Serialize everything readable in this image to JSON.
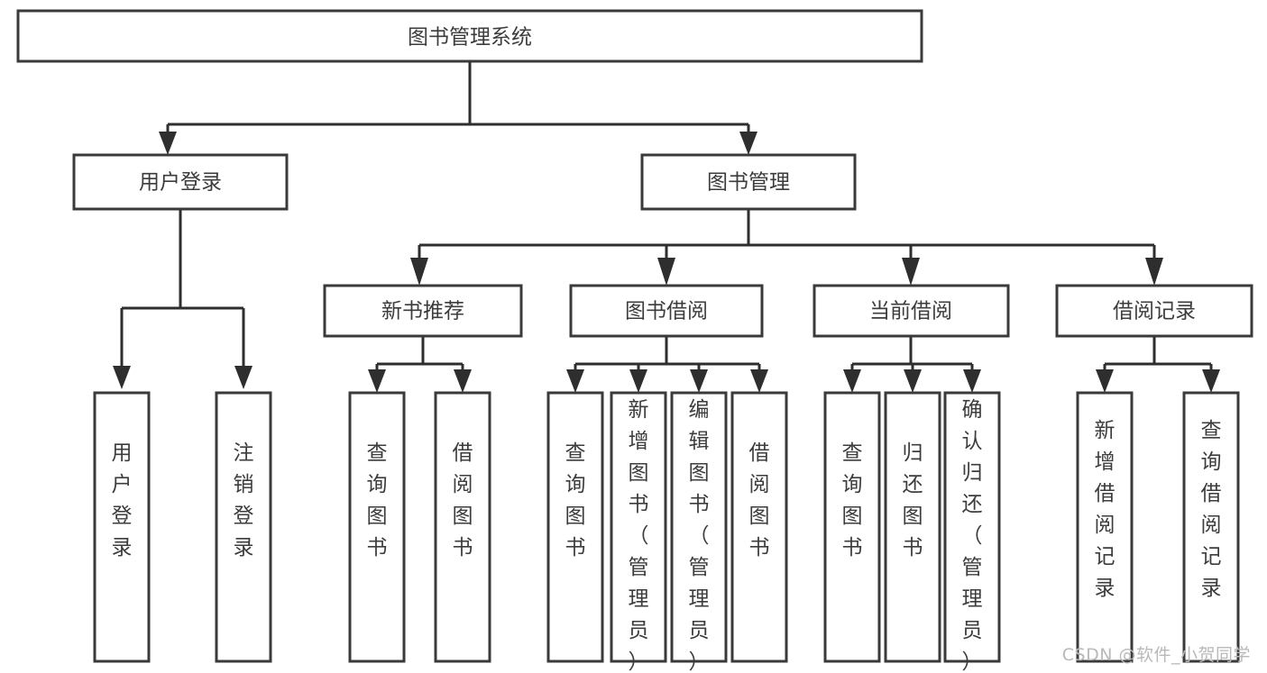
{
  "diagram": {
    "type": "tree-hierarchy",
    "title": "图书管理系统",
    "orientation": "top-down",
    "colors": {
      "background": "#ffffff",
      "box_stroke": "#3a3a3a",
      "box_fill": "#ffffff",
      "text": "#3c3c3c",
      "edge": "#2e2e2e",
      "watermark": "#b9b9b9"
    },
    "nodes": {
      "root": {
        "label": "图书管理系统",
        "level": 0,
        "orientation": "horizontal"
      },
      "l1": [
        {
          "id": "user-login",
          "label": "用户登录",
          "orientation": "horizontal"
        },
        {
          "id": "book-manage",
          "label": "图书管理",
          "orientation": "horizontal"
        }
      ],
      "l2": [
        {
          "id": "new-book-recommend",
          "label": "新书推荐",
          "orientation": "horizontal",
          "parent": "book-manage"
        },
        {
          "id": "book-borrow",
          "label": "图书借阅",
          "orientation": "horizontal",
          "parent": "book-manage"
        },
        {
          "id": "current-borrow",
          "label": "当前借阅",
          "orientation": "horizontal",
          "parent": "book-manage"
        },
        {
          "id": "borrow-record",
          "label": "借阅记录",
          "orientation": "horizontal",
          "parent": "book-manage"
        }
      ],
      "leaves": [
        {
          "id": "leaf-user-login",
          "label": "用户登录",
          "parent": "user-login",
          "orientation": "vertical"
        },
        {
          "id": "leaf-user-logout",
          "label": "注销登录",
          "parent": "user-login",
          "orientation": "vertical"
        },
        {
          "id": "leaf-rec-query-book",
          "label": "查询图书",
          "parent": "new-book-recommend",
          "orientation": "vertical"
        },
        {
          "id": "leaf-rec-borrow-book",
          "label": "借阅图书",
          "parent": "new-book-recommend",
          "orientation": "vertical"
        },
        {
          "id": "leaf-borrow-query-book",
          "label": "查询图书",
          "parent": "book-borrow",
          "orientation": "vertical"
        },
        {
          "id": "leaf-borrow-add-book",
          "label": "新增图书（管理员）",
          "parent": "book-borrow",
          "orientation": "vertical"
        },
        {
          "id": "leaf-borrow-edit-book",
          "label": "编辑图书（管理员）",
          "parent": "book-borrow",
          "orientation": "vertical"
        },
        {
          "id": "leaf-borrow-borrow-book",
          "label": "借阅图书",
          "parent": "book-borrow",
          "orientation": "vertical"
        },
        {
          "id": "leaf-cur-query-book",
          "label": "查询图书",
          "parent": "current-borrow",
          "orientation": "vertical"
        },
        {
          "id": "leaf-cur-return-book",
          "label": "归还图书",
          "parent": "current-borrow",
          "orientation": "vertical"
        },
        {
          "id": "leaf-cur-confirm-return",
          "label": "确认归还（管理员）",
          "parent": "current-borrow",
          "orientation": "vertical"
        },
        {
          "id": "leaf-rec-add-record",
          "label": "新增借阅记录",
          "parent": "borrow-record",
          "orientation": "vertical"
        },
        {
          "id": "leaf-rec-query-record",
          "label": "查询借阅记录",
          "parent": "borrow-record",
          "orientation": "vertical"
        }
      ]
    }
  },
  "watermark": {
    "text": "CSDN @软件_小贺同学"
  }
}
